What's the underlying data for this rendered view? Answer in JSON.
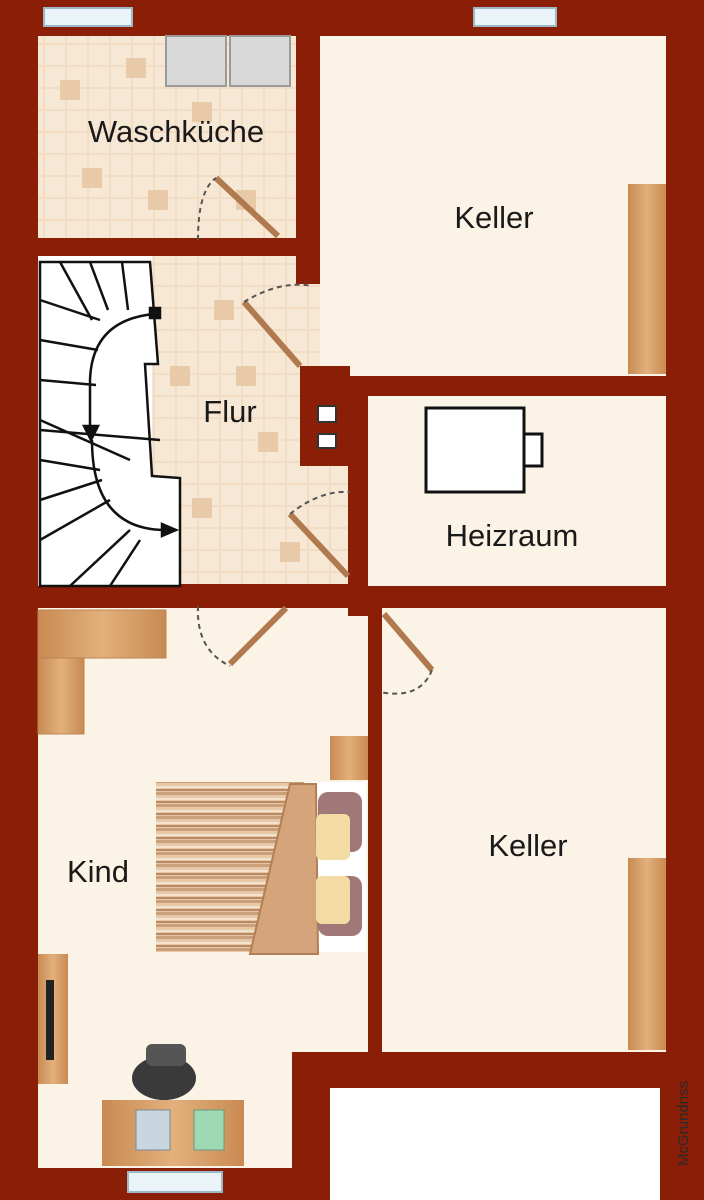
{
  "floorplan": {
    "rooms": [
      {
        "id": "waschkueche",
        "label": "Waschküche"
      },
      {
        "id": "keller_top",
        "label": "Keller"
      },
      {
        "id": "flur",
        "label": "Flur"
      },
      {
        "id": "heizraum",
        "label": "Heizraum"
      },
      {
        "id": "kind",
        "label": "Kind"
      },
      {
        "id": "keller_bottom",
        "label": "Keller"
      }
    ],
    "credit": "McGrundriss"
  },
  "colors": {
    "wall": "#8b1e06",
    "floor": "#fbf3e6",
    "tile_light": "#f6e5d2",
    "tile_mid": "#ebd0b4",
    "tile_dark": "#dcb692",
    "wood": "#d9a06a",
    "door": "#b07a4e",
    "window": "#e9f3f8"
  }
}
